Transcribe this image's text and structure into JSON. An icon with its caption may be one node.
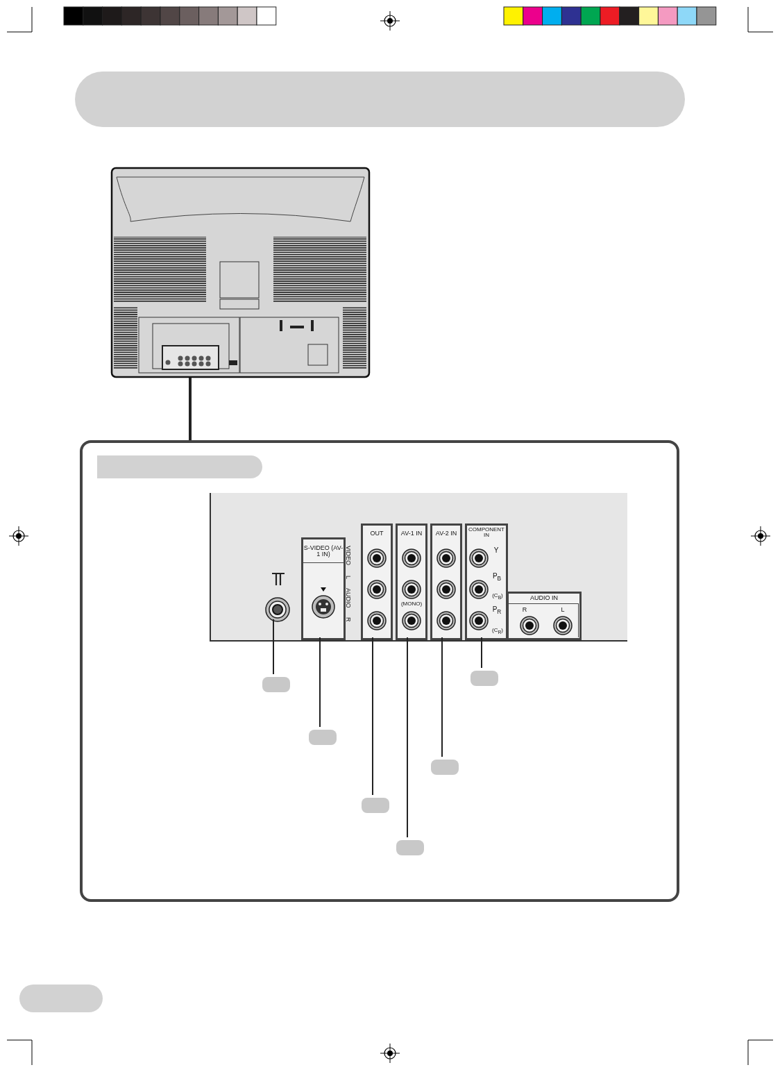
{
  "diagram": {
    "nodes": [
      {
        "text": [],
        "shape": "box"
      },
      {
        "text": [],
        "shape": "picture"
      },
      {
        "text": [],
        "shape": "box"
      },
      {
        "text": [],
        "shape": "box",
        "in": 2
      },
      {
        "text": [],
        "shape": "box",
        "in": 2
      },
      {
        "text": [],
        "shape": "circle",
        "in": 4
      },
      {
        "text": [
          "S-VIDEO (AV-1 IN)"
        ],
        "in": 4
      },
      {
        "text": [
          "OUT"
        ],
        "in": 4
      },
      {
        "text": [
          "AV-1 IN",
          "(MONO)"
        ],
        "in": 4
      },
      {
        "text": [
          "AV-2 IN"
        ],
        "in": 4
      },
      {
        "text": [
          "COMPONENT IN",
          "Y",
          "P$_{B}$",
          "(C$_{B}$)",
          "P$_{R}$",
          "(C$_{R}$)"
        ],
        "in": 4
      },
      {
        "text": [
          "AUDIO IN",
          "R",
          "L"
        ],
        "in": 4
      },
      {
        "text": [],
        "shape": "box",
        "in": 2
      },
      {
        "text": [],
        "shape": "box",
        "in": 2
      },
      {
        "text": [],
        "shape": "box",
        "in": 2
      },
      {
        "text": [],
        "shape": "box",
        "in": 2
      },
      {
        "text": [],
        "shape": "box",
        "in": 2
      },
      {
        "text": [],
        "shape": "box",
        "in": 2
      },
      {
        "text": [],
        "shape": "box"
      }
    ],
    "edges": [
      {
        "from": 1,
        "to": 2,
        "arrow": "none"
      },
      {
        "from": 5,
        "to": 12,
        "arrow": "none"
      },
      {
        "from": 6,
        "to": 13,
        "arrow": "none"
      },
      {
        "from": 7,
        "to": 14,
        "arrow": "none"
      },
      {
        "from": 8,
        "to": 15,
        "arrow": "none"
      },
      {
        "from": 9,
        "to": 16,
        "arrow": "none"
      },
      {
        "from": 10,
        "to": 17,
        "arrow": "none"
      }
    ],
    "labels": [
      "VIDEO",
      "L",
      "AUDIO",
      "R"
    ]
  }
}
